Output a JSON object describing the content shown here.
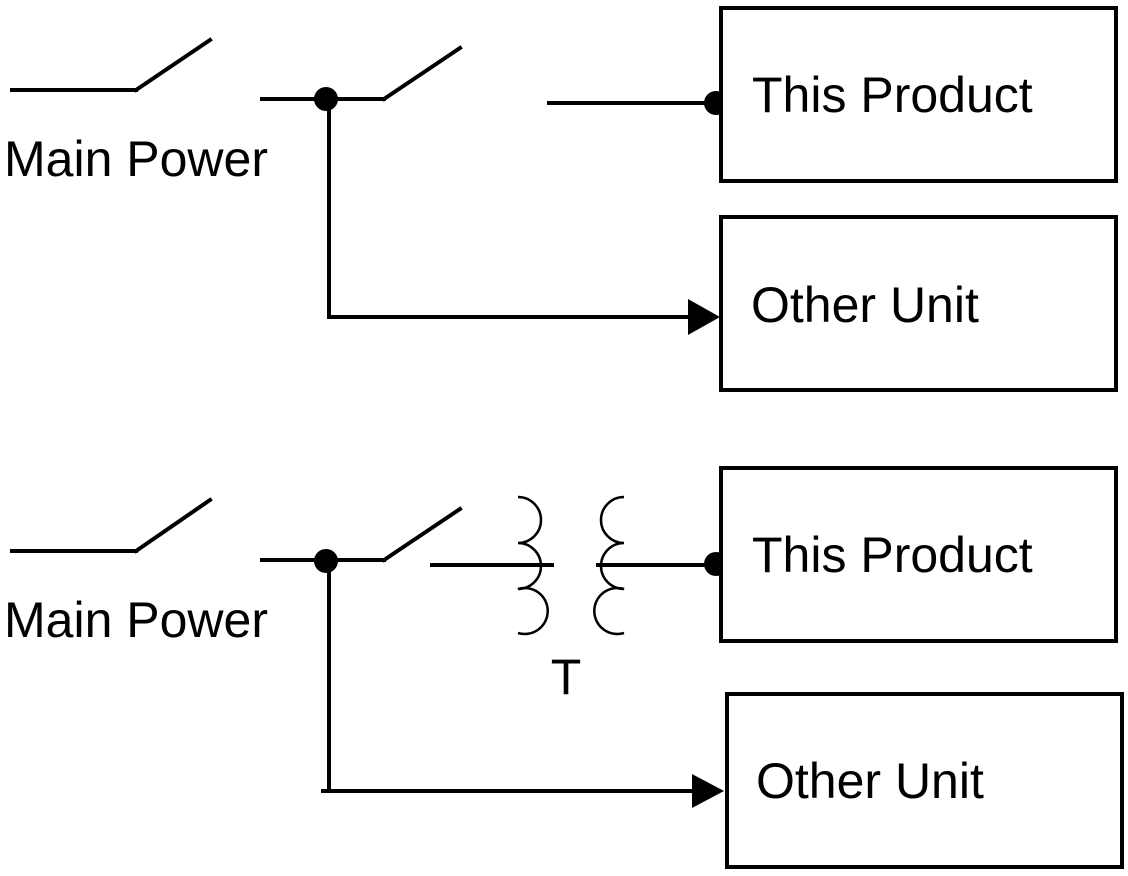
{
  "top_circuit": {
    "source_label": "Main Power",
    "product_label": "This Product",
    "other_label": "Other Unit"
  },
  "bottom_circuit": {
    "source_label": "Main Power",
    "transformer_label": "T",
    "product_label": "This Product",
    "other_label": "Other Unit"
  }
}
